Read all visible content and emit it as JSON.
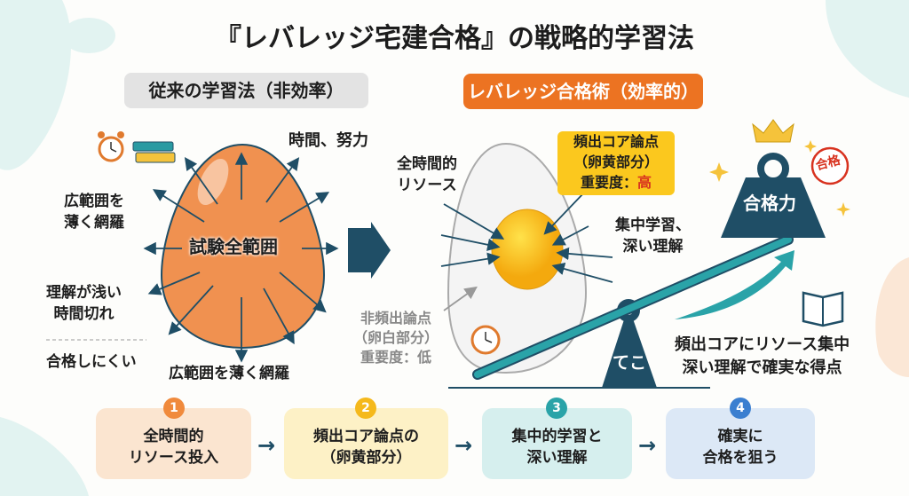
{
  "title": "『レバレッジ宅建合格』の戦略的学習法",
  "left": {
    "header": "従来の学習法（非効率）",
    "egg_label": "試験全範囲",
    "labels": {
      "time_effort": "時間、努力",
      "wide1": "広範囲を",
      "wide2": "薄く網羅",
      "shallow1": "理解が浅い",
      "shallow2": "時間切れ",
      "hard": "合格しにくい",
      "bottom": "広範囲を薄く網羅"
    }
  },
  "right": {
    "header": "レバレッジ合格術（効率的）",
    "resources1": "全時間的",
    "resources2": "リソース",
    "core": {
      "line1": "頻出コア論点",
      "line2": "（卵黄部分）",
      "line3_prefix": "重要度：",
      "line3_value": "高"
    },
    "focus1": "集中学習、",
    "focus2": "深い理解",
    "noncore": {
      "line1": "非頻出論点",
      "line2": "（卵白部分）",
      "line3": "重要度：低"
    },
    "lever": "てこ",
    "weight": "合格力",
    "stamp": "合格",
    "summary1": "頻出コアにリソース集中",
    "summary2": "深い理解で確実な得点"
  },
  "steps": [
    {
      "num": "1",
      "line1": "全時間的",
      "line2": "リソース投入",
      "color": "#f08a3c",
      "bg": "#fbe5d0"
    },
    {
      "num": "2",
      "line1": "頻出コア論点の",
      "line2": "（卵黄部分）",
      "color": "#f5b91c",
      "bg": "#fdf1c6"
    },
    {
      "num": "3",
      "line1": "集中的学習と",
      "line2": "深い理解",
      "color": "#2aa3a8",
      "bg": "#d6efee"
    },
    {
      "num": "4",
      "line1": "確実に",
      "line2": "合格を狙う",
      "color": "#3b7fd0",
      "bg": "#dce8f6"
    }
  ],
  "colors": {
    "dark": "#1f4e66",
    "orange": "#ec7322",
    "yolk": "#fbc81e",
    "teal": "#1f9aa6",
    "red": "#d8321f"
  }
}
